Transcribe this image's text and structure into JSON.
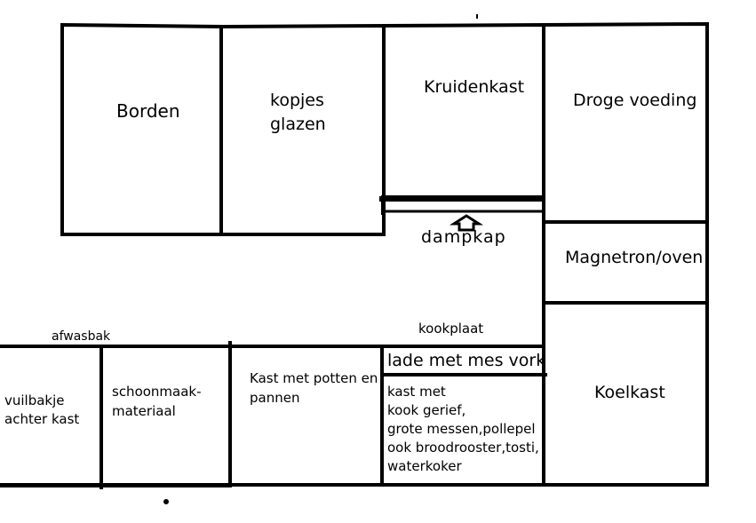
{
  "labels": {
    "borden": "Borden",
    "kopjes_line1": "kopjes",
    "kopjes_line2": "glazen",
    "kruidenkast": "Kruidenkast",
    "droge_voeding": "Droge voeding",
    "dampkap": "dampkap",
    "magnetron": "Magnetron/oven",
    "kookplaat": "kookplaat",
    "afwasbak": "afwasbak",
    "lade": "lade met mes vork",
    "koelkast": "Koelkast",
    "vuilbakje_line1": "vuilbakje",
    "vuilbakje_line2": "achter kast",
    "schoonmaak_line1": "schoonmaak-",
    "schoonmaak_line2": "materiaal",
    "potten_line1": "Kast met potten en",
    "potten_line2": "pannen",
    "kast_line1": "kast met",
    "kast_line2": "kook gerief,",
    "kast_line3": "grote messen,pollepel",
    "kast_line4": "ook broodrooster,tosti,",
    "kast_line5": "waterkoker"
  },
  "colors": {
    "line": "#000000",
    "background": "#ffffff"
  },
  "icons": {
    "dampkap_arrow": "up-arrow-icon"
  }
}
